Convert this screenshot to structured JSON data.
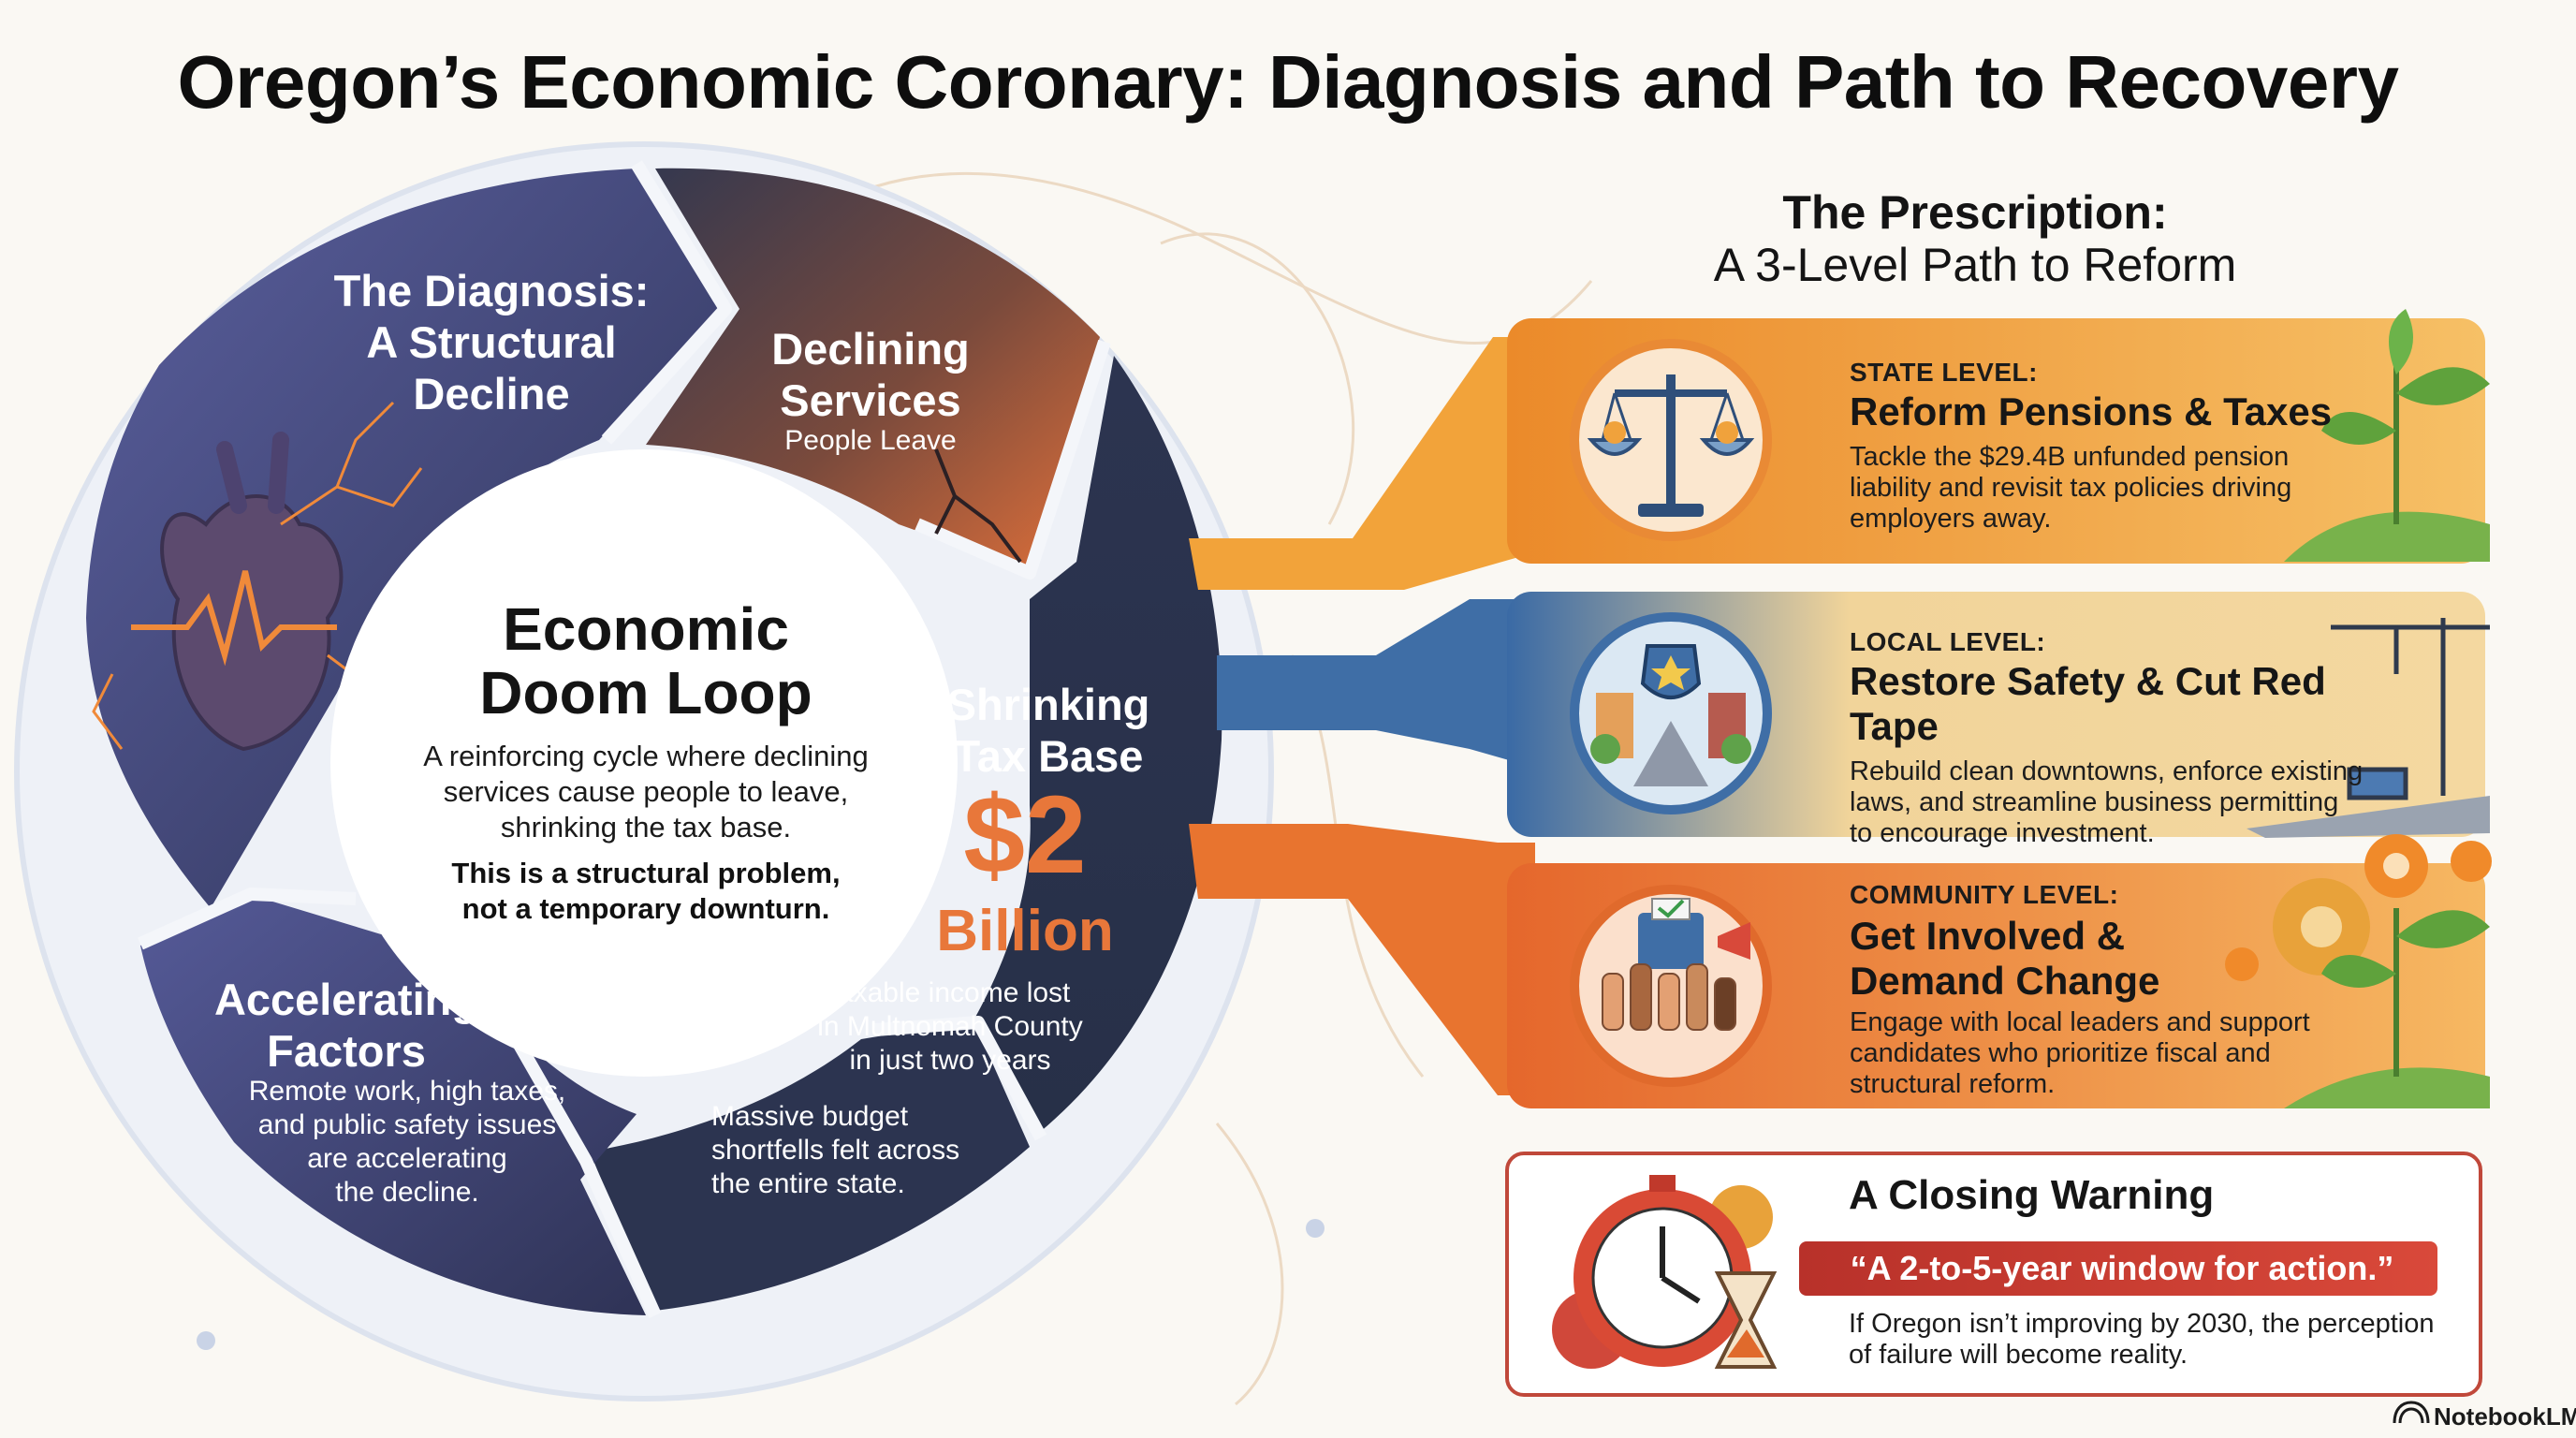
{
  "title": "Oregon’s Economic Coronary: Diagnosis and Path to Recovery",
  "loop": {
    "diagnosis": {
      "title_lines": [
        "The Diagnosis:",
        "A Structural",
        "Decline"
      ]
    },
    "declining": {
      "title_lines": [
        "Declining",
        "Services"
      ],
      "sub": "People Leave"
    },
    "shrinking": {
      "title_lines": [
        "Shrinking",
        "Tax Base"
      ],
      "amount": "$2",
      "unit": "Billion",
      "body_lines": [
        "taxable income lost",
        "in Multnomah County",
        "in just two years"
      ]
    },
    "shortfalls": {
      "body_lines": [
        "Massive budget",
        "shortfells felt across",
        "the entire state."
      ]
    },
    "accelerating": {
      "title_lines": [
        "Accelerating",
        "Factors"
      ],
      "body_lines": [
        "Remote work, high taxes,",
        "and public safety issues",
        "are accelerating",
        "the decline."
      ]
    },
    "center": {
      "title_lines": [
        "Economic",
        "Doom Loop"
      ],
      "body_lines": [
        "A reinforcing cycle where declining",
        "services cause people to leave,",
        "shrinking the tax base."
      ],
      "strong_lines": [
        "This is a structural problem,",
        "not a temporary downturn."
      ]
    }
  },
  "prescription": {
    "title": "The Prescription:",
    "subtitle": "A 3-Level Path to Reform",
    "levels": [
      {
        "label": "STATE LEVEL:",
        "title": "Reform Pensions & Taxes",
        "body_lines": [
          "Tackle the $29.4B unfunded pension",
          "liability and revisit tax policies driving",
          "employers away."
        ],
        "icon": "scales-icon",
        "color": "#f0a23c"
      },
      {
        "label": "LOCAL LEVEL:",
        "title": "Restore Safety & Cut Red Tape",
        "body_lines": [
          "Rebuild clean downtowns, enforce existing",
          "laws, and streamline business permitting",
          "to encourage investment."
        ],
        "icon": "police-badge-street-icon",
        "color": "#3f6ea6"
      },
      {
        "label": "COMMUNITY LEVEL:",
        "title_lines": [
          "Get Involved &",
          "Demand Change"
        ],
        "body_lines": [
          "Engage with local leaders and support",
          "candidates who prioritize fiscal and",
          "structural reform."
        ],
        "icon": "ballot-box-hands-icon",
        "color": "#e8742f"
      }
    ]
  },
  "warning": {
    "title": "A Closing Warning",
    "quote": "“A 2-to-5-year window for action.”",
    "body_lines": [
      "If Oregon isn’t improving by 2030, the perception",
      "of failure will become reality."
    ],
    "icon": "stopwatch-hourglass-icon"
  },
  "brand": "NotebookLM",
  "colors": {
    "navy": "#2c3553",
    "indigo": "#48508a",
    "orange": "#e8773a",
    "red": "#c63a2c",
    "gold": "#f0a23c",
    "blue": "#3f6ea6"
  }
}
